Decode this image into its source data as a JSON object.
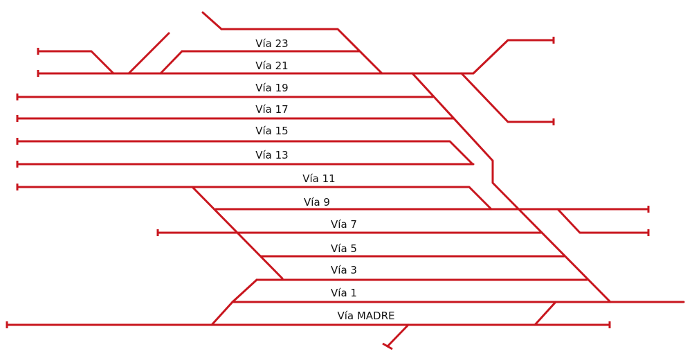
{
  "diagram": {
    "track_color": "#c8161e",
    "label_color": "#111111",
    "labels": {
      "via_23": "Vía 23",
      "via_21": "Vía 21",
      "via_19": "Vía 19",
      "via_17": "Vía 17",
      "via_15": "Vía 15",
      "via_13": "Vía 13",
      "via_11": "Vía 11",
      "via_9": "Vía 9",
      "via_7": "Vía 7",
      "via_5": "Vía 5",
      "via_3": "Vía 3",
      "via_1": "Vía 1",
      "via_madre": "Vía MADRE"
    }
  }
}
